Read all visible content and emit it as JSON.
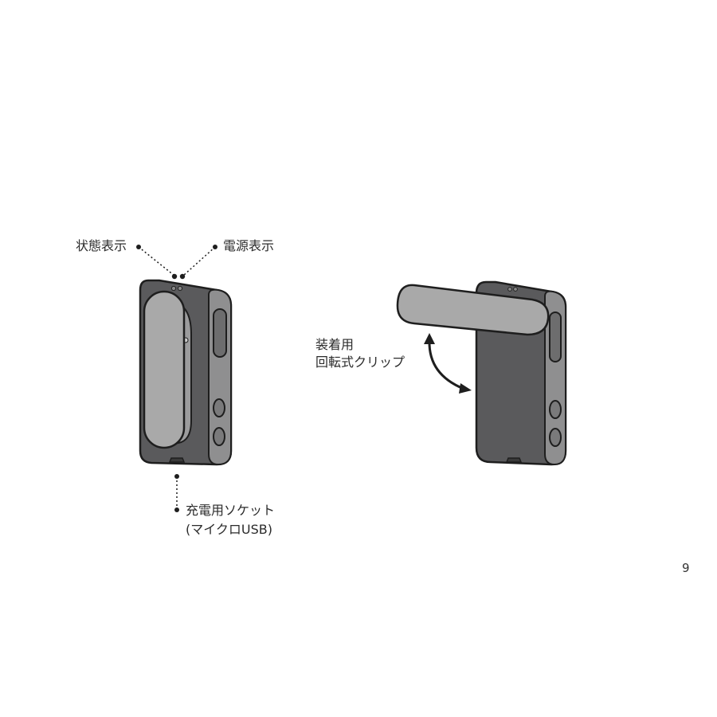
{
  "page": {
    "number": "9"
  },
  "figures": {
    "front": {
      "callouts": {
        "status_indicator": "状態表示",
        "power_indicator": "電源表示",
        "charging_socket": "充電用ソケット",
        "charging_socket_type": "(マイクロUSB)"
      }
    },
    "back": {
      "callouts": {
        "clip_line1": "装着用",
        "clip_line2": "回転式クリップ"
      }
    }
  },
  "colors": {
    "body": "#5a5a5c",
    "outline": "#1e1e1e",
    "panel": "#a9a9a9",
    "side": "#8f8f90"
  }
}
